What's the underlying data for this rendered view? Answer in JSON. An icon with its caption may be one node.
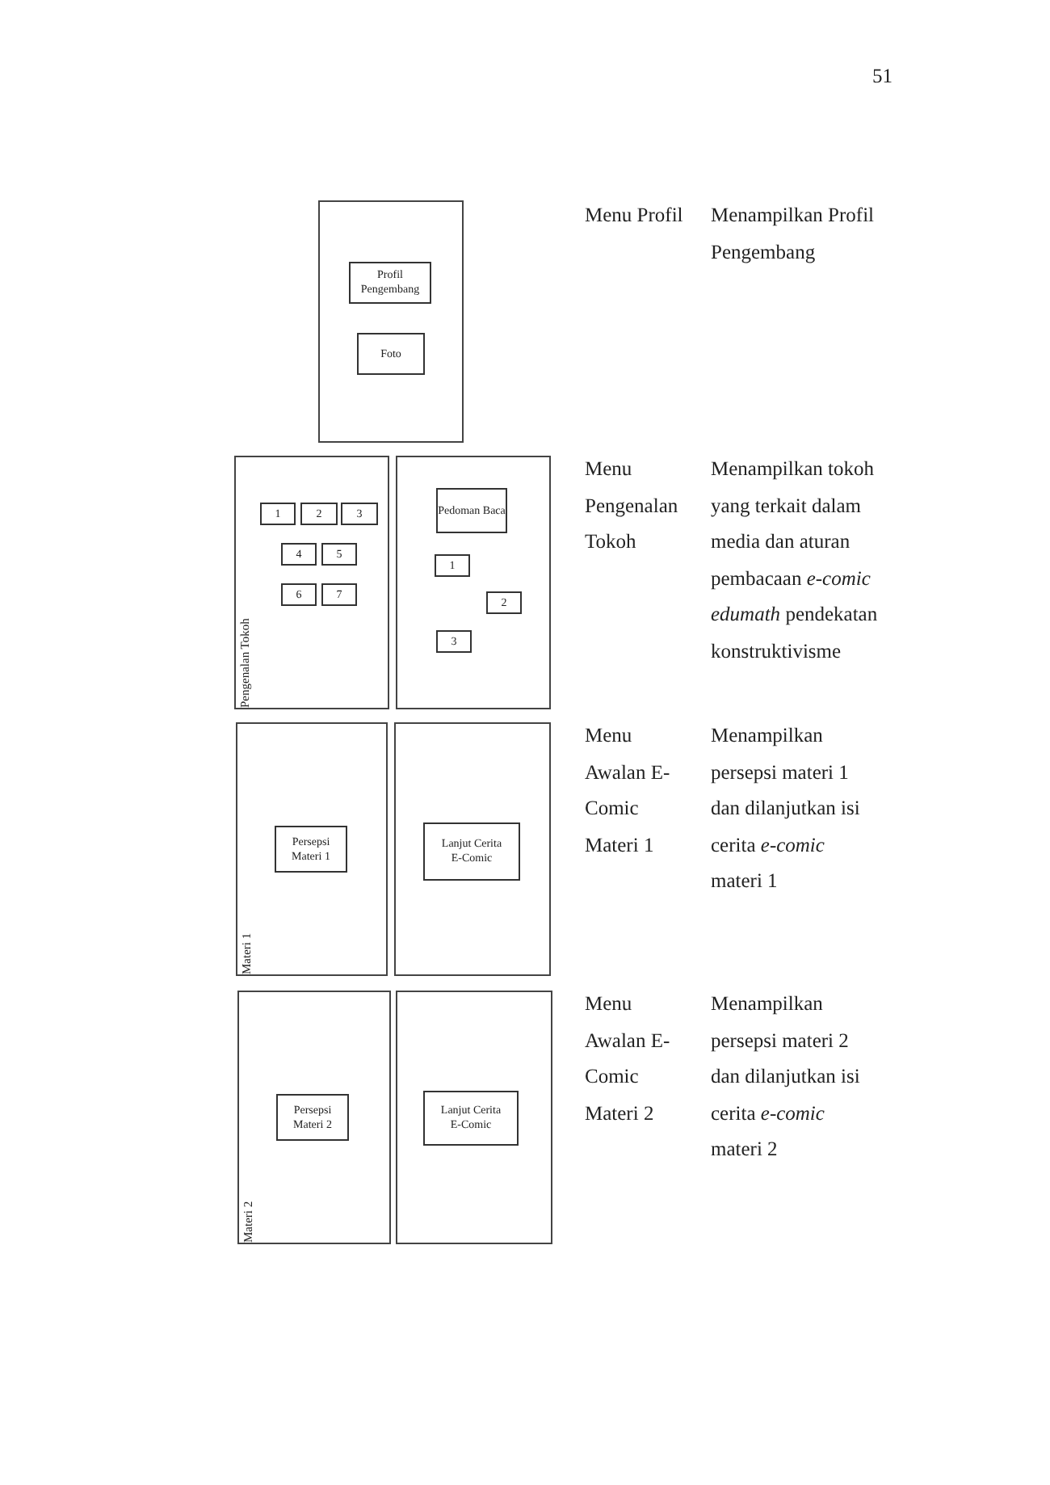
{
  "diagram": {
    "nodes": [
      {
        "text": [],
        "shape": "box"
      },
      {
        "text": [
          "Profil Pengembang"
        ],
        "in": 0
      },
      {
        "text": [
          "Foto"
        ],
        "in": 0
      },
      {
        "text": [
          "Pengenalan Tokoh"
        ]
      },
      {
        "text": [
          "1"
        ],
        "in": 3
      },
      {
        "text": [
          "2"
        ],
        "in": 3
      },
      {
        "text": [
          "3"
        ],
        "in": 3
      },
      {
        "text": [
          "4"
        ],
        "in": 3
      },
      {
        "text": [
          "5"
        ],
        "in": 3
      },
      {
        "text": [
          "6"
        ],
        "in": 3
      },
      {
        "text": [
          "7"
        ],
        "in": 3
      },
      {
        "text": [],
        "shape": "box"
      },
      {
        "text": [
          "Pedoman Baca"
        ],
        "in": 11
      },
      {
        "text": [
          "1"
        ],
        "in": 11
      },
      {
        "text": [
          "2"
        ],
        "in": 11
      },
      {
        "text": [
          "3"
        ],
        "in": 11
      },
      {
        "text": [
          "Materi 1"
        ]
      },
      {
        "text": [
          "Persepsi Materi 1"
        ],
        "in": 16
      },
      {
        "text": [],
        "shape": "box"
      },
      {
        "text": [
          "Lanjut Cerita E-Comic"
        ],
        "in": 18
      },
      {
        "text": [
          "Materi 2"
        ]
      },
      {
        "text": [
          "Persepsi Materi 2"
        ],
        "in": 20
      },
      {
        "text": [],
        "shape": "box"
      },
      {
        "text": [
          "Lanjut Cerita E-Comic"
        ],
        "in": 22
      }
    ],
    "labels": [
      "51",
      "Menu Profil",
      "Menampilkan Profil Pengembang",
      "Menu Pengenalan Tokoh",
      "Menampilkan tokoh yang terkait dalam media dan aturan pembacaan *e-comic edumath* pendekatan konstruktivisme",
      "Menu Awalan E-Comic Materi 1",
      "Menampilkan persepsi materi 1 dan dilanjutkan isi cerita *e-comic* materi 1",
      "Menu Awalan E-Comic Materi 2",
      "Menampilkan persepsi materi 2 dan dilanjutkan isi cerita *e-comic* materi 2"
    ]
  }
}
